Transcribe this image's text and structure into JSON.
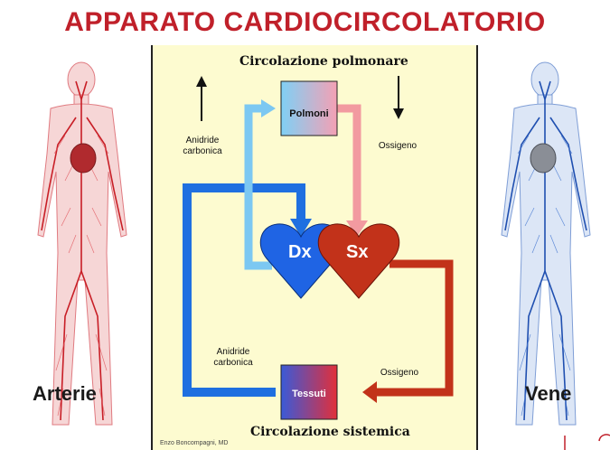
{
  "title": "APPARATO CARDIOCIRCOLATORIO",
  "left_label": "Arterie",
  "right_label": "Vene",
  "diagram": {
    "top_title": "Circolazione polmonare",
    "bottom_title": "Circolazione sistemica",
    "lungs": "Polmoni",
    "tissues": "Tessuti",
    "right_heart": "Dx",
    "left_heart": "Sx",
    "co2_top": "Anidride carbonica",
    "o2_top": "Ossigeno",
    "co2_bottom": "Anidride carbonica",
    "o2_bottom": "Ossigeno",
    "credit": "Enzo Boncompagni, MD"
  },
  "colors": {
    "title": "#c0202a",
    "artery_red": "#d2232a",
    "vein_blue": "#2a5fb8",
    "deoxy_blue": "#1f6fe0",
    "light_blue": "#7cc8f2",
    "pink": "#f29aa0",
    "dark_red": "#c2321a",
    "panel_bg": "#fdfbd0"
  }
}
